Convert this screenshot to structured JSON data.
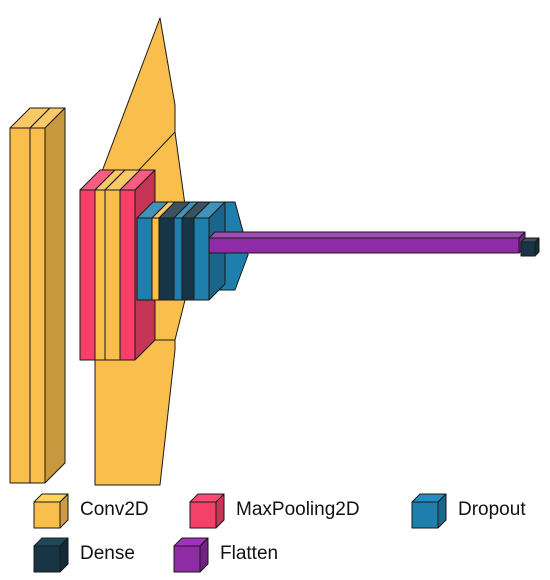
{
  "colors": {
    "conv2d": "#F9BE4C",
    "maxpooling2d": "#F5416A",
    "dropout": "#1F7FAC",
    "dense": "#183545",
    "flatten": "#8F2BA5",
    "outline": "#1a1a1a"
  },
  "legend": {
    "items": [
      {
        "key": "conv2d",
        "label": "Conv2D",
        "icon": "cube-icon"
      },
      {
        "key": "maxpooling2d",
        "label": "MaxPooling2D",
        "icon": "cube-icon"
      },
      {
        "key": "dropout",
        "label": "Dropout",
        "icon": "cube-icon"
      },
      {
        "key": "dense",
        "label": "Dense",
        "icon": "cube-icon"
      },
      {
        "key": "flatten",
        "label": "Flatten",
        "icon": "cube-icon"
      }
    ]
  },
  "layers": [
    {
      "type": "conv2d"
    },
    {
      "type": "conv2d"
    },
    {
      "type": "maxpooling2d"
    },
    {
      "type": "conv2d"
    },
    {
      "type": "conv2d"
    },
    {
      "type": "maxpooling2d"
    },
    {
      "type": "dropout"
    },
    {
      "type": "conv2d"
    },
    {
      "type": "dense"
    },
    {
      "type": "dropout"
    },
    {
      "type": "dense"
    },
    {
      "type": "dropout"
    },
    {
      "type": "flatten"
    },
    {
      "type": "dense"
    }
  ]
}
